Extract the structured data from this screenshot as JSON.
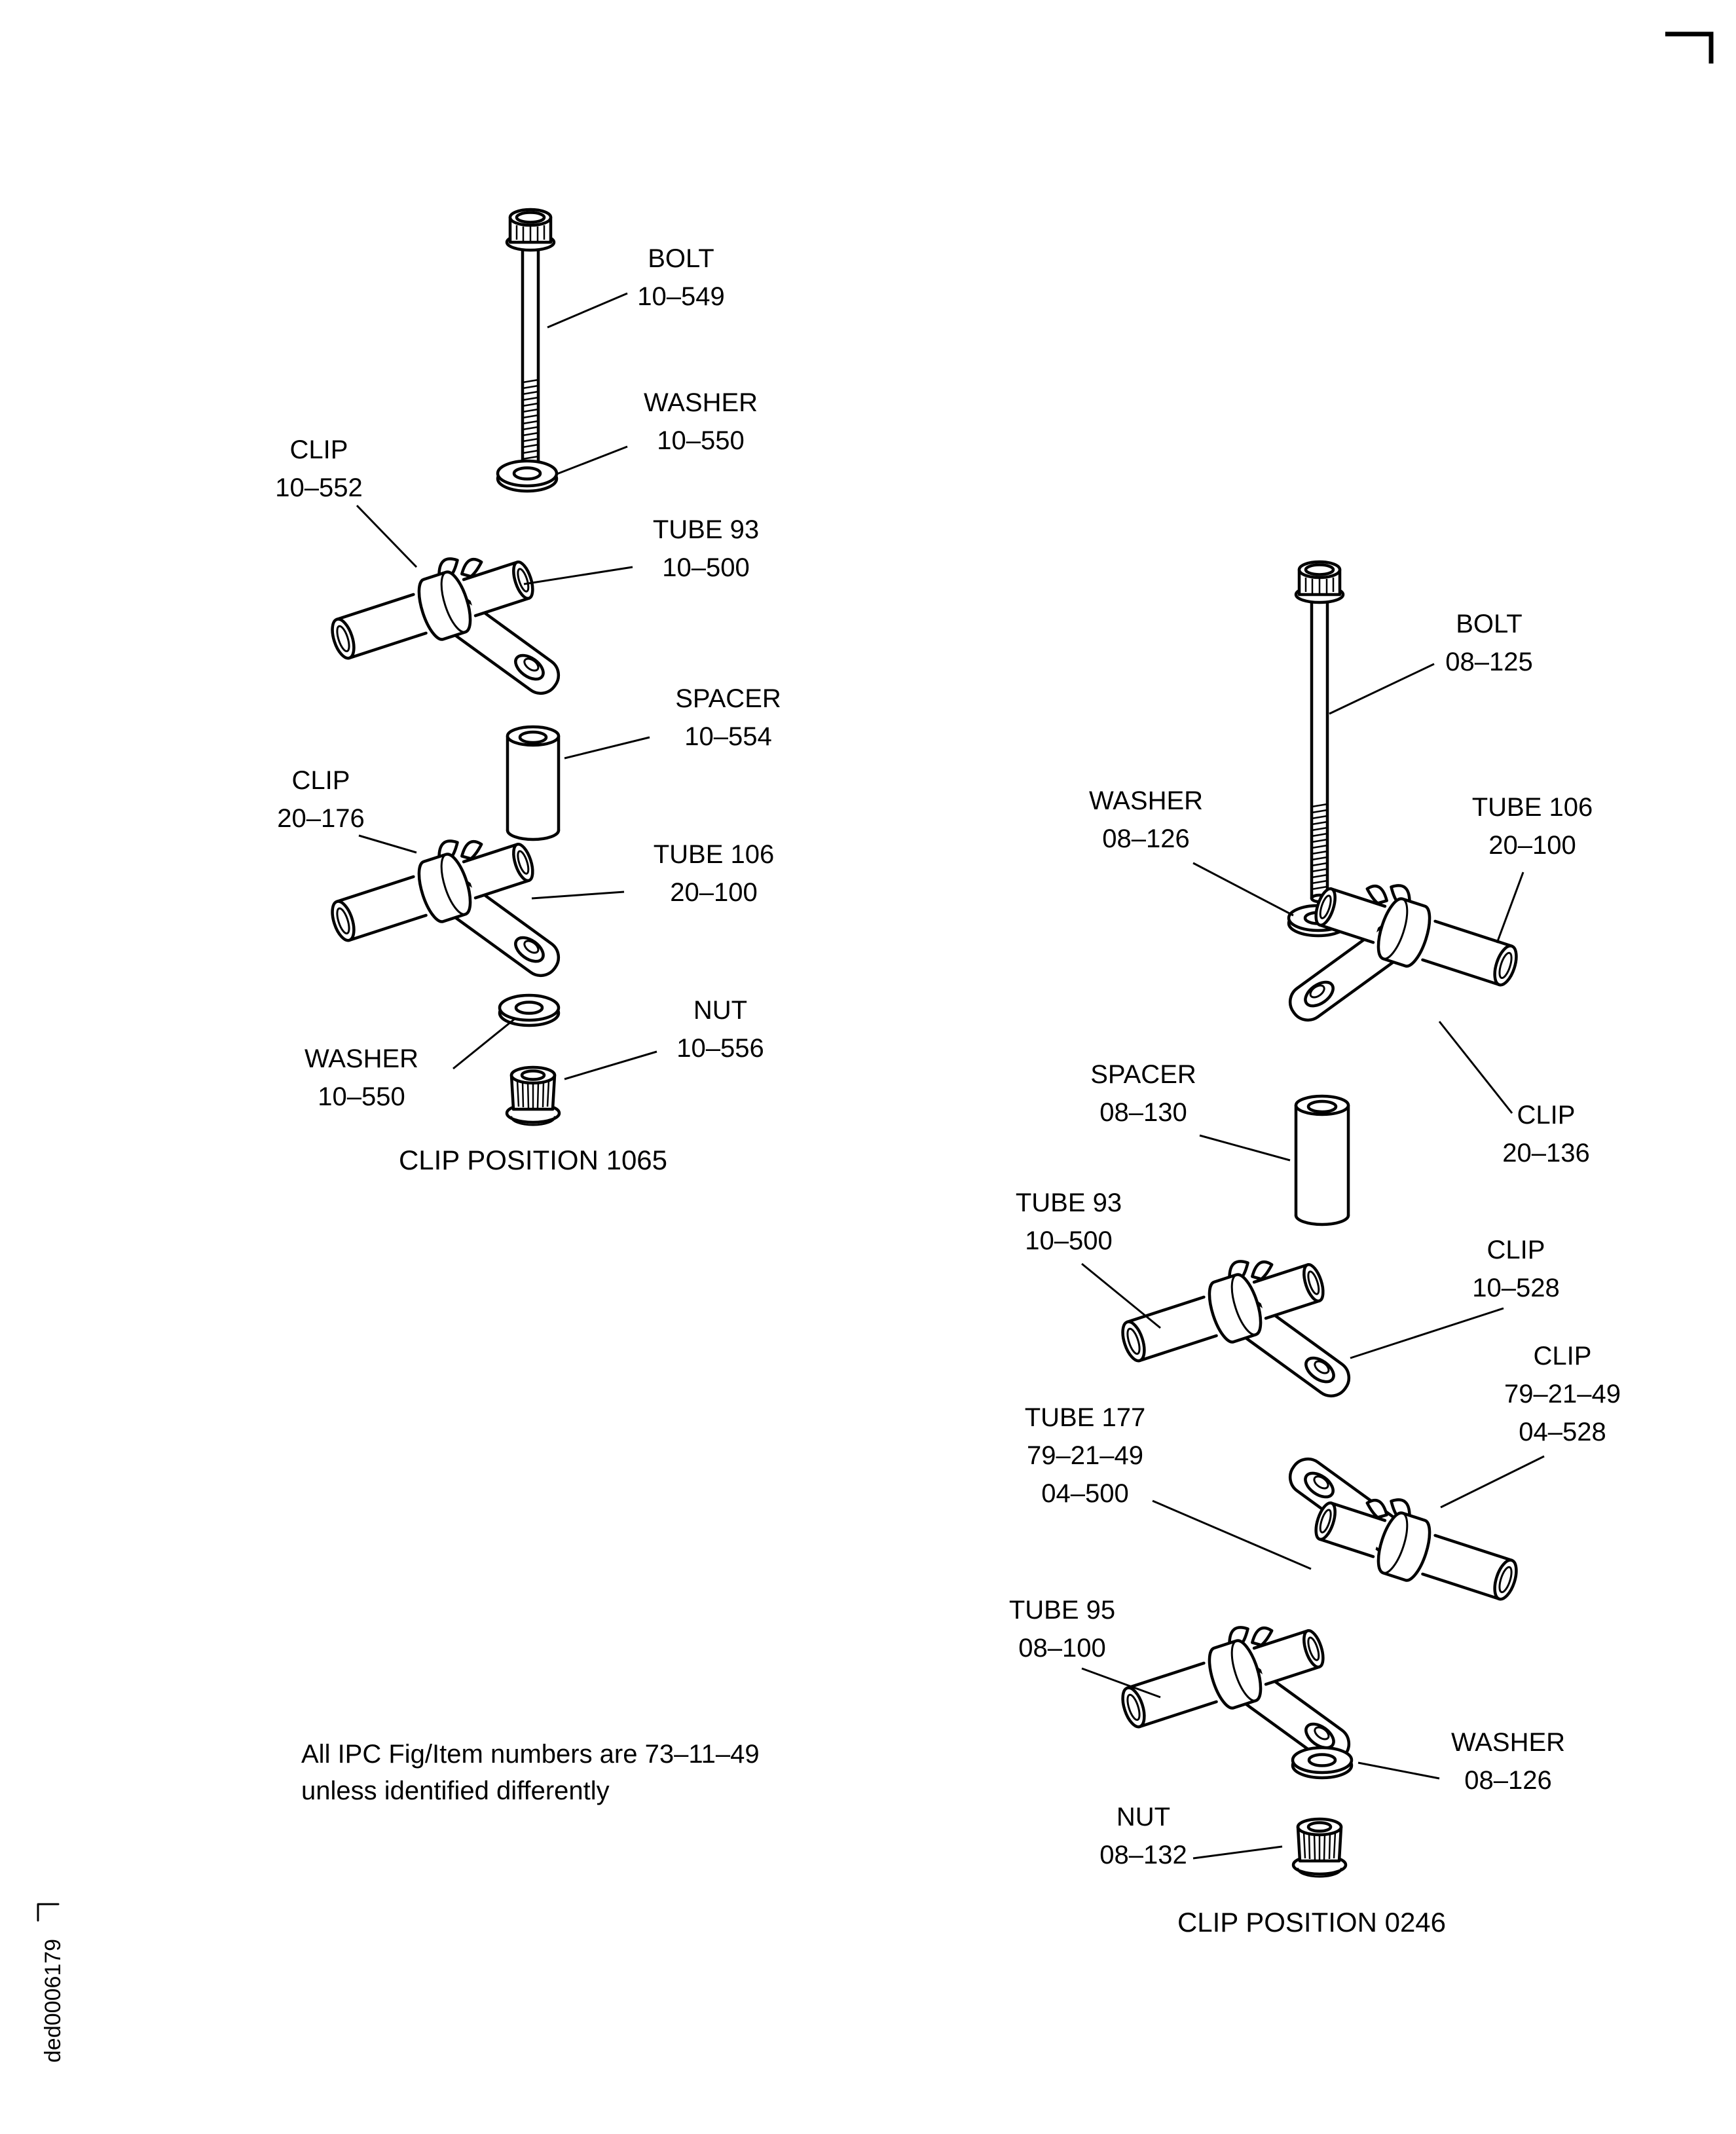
{
  "page": {
    "background": "#ffffff",
    "ink": "#000000",
    "doc_code": "ded0006179",
    "note": {
      "line1": "All IPC Fig/Item numbers are 73–11–49",
      "line2": "unless identified differently"
    }
  },
  "left_assembly": {
    "caption": "CLIP POSITION 1065",
    "labels": {
      "bolt": {
        "line1": "BOLT",
        "line2": "10–549"
      },
      "washer_top": {
        "line1": "WASHER",
        "line2": "10–550"
      },
      "clip_top": {
        "line1": "CLIP",
        "line2": "10–552"
      },
      "tube_93": {
        "line1": "TUBE 93",
        "line2": "10–500"
      },
      "spacer": {
        "line1": "SPACER",
        "line2": "10–554"
      },
      "clip_bottom": {
        "line1": "CLIP",
        "line2": "20–176"
      },
      "tube_106": {
        "line1": "TUBE 106",
        "line2": "20–100"
      },
      "washer_bottom": {
        "line1": "WASHER",
        "line2": "10–550"
      },
      "nut": {
        "line1": "NUT",
        "line2": "10–556"
      }
    }
  },
  "right_assembly": {
    "caption": "CLIP POSITION 0246",
    "labels": {
      "bolt": {
        "line1": "BOLT",
        "line2": "08–125"
      },
      "washer_top": {
        "line1": "WASHER",
        "line2": "08–126"
      },
      "tube_106": {
        "line1": "TUBE 106",
        "line2": "20–100"
      },
      "clip_20_136": {
        "line1": "CLIP",
        "line2": "20–136"
      },
      "spacer": {
        "line1": "SPACER",
        "line2": "08–130"
      },
      "tube_93": {
        "line1": "TUBE 93",
        "line2": "10–500"
      },
      "clip_10_528": {
        "line1": "CLIP",
        "line2": "10–528"
      },
      "clip_04_528": {
        "line1": "CLIP",
        "line2": "79–21–49",
        "line3": "04–528"
      },
      "tube_177": {
        "line1": "TUBE 177",
        "line2": "79–21–49",
        "line3": "04–500"
      },
      "tube_95": {
        "line1": "TUBE 95",
        "line2": "08–100"
      },
      "washer_bottom": {
        "line1": "WASHER",
        "line2": "08–126"
      },
      "nut": {
        "line1": "NUT",
        "line2": "08–132"
      }
    }
  }
}
